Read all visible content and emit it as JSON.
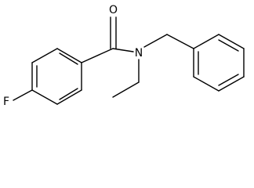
{
  "molecule": {
    "atoms": {
      "oxygen": "O",
      "nitrogen": "N",
      "fluorine": "F"
    }
  },
  "colors": {
    "bond": "#000000",
    "background": "#ffffff"
  }
}
